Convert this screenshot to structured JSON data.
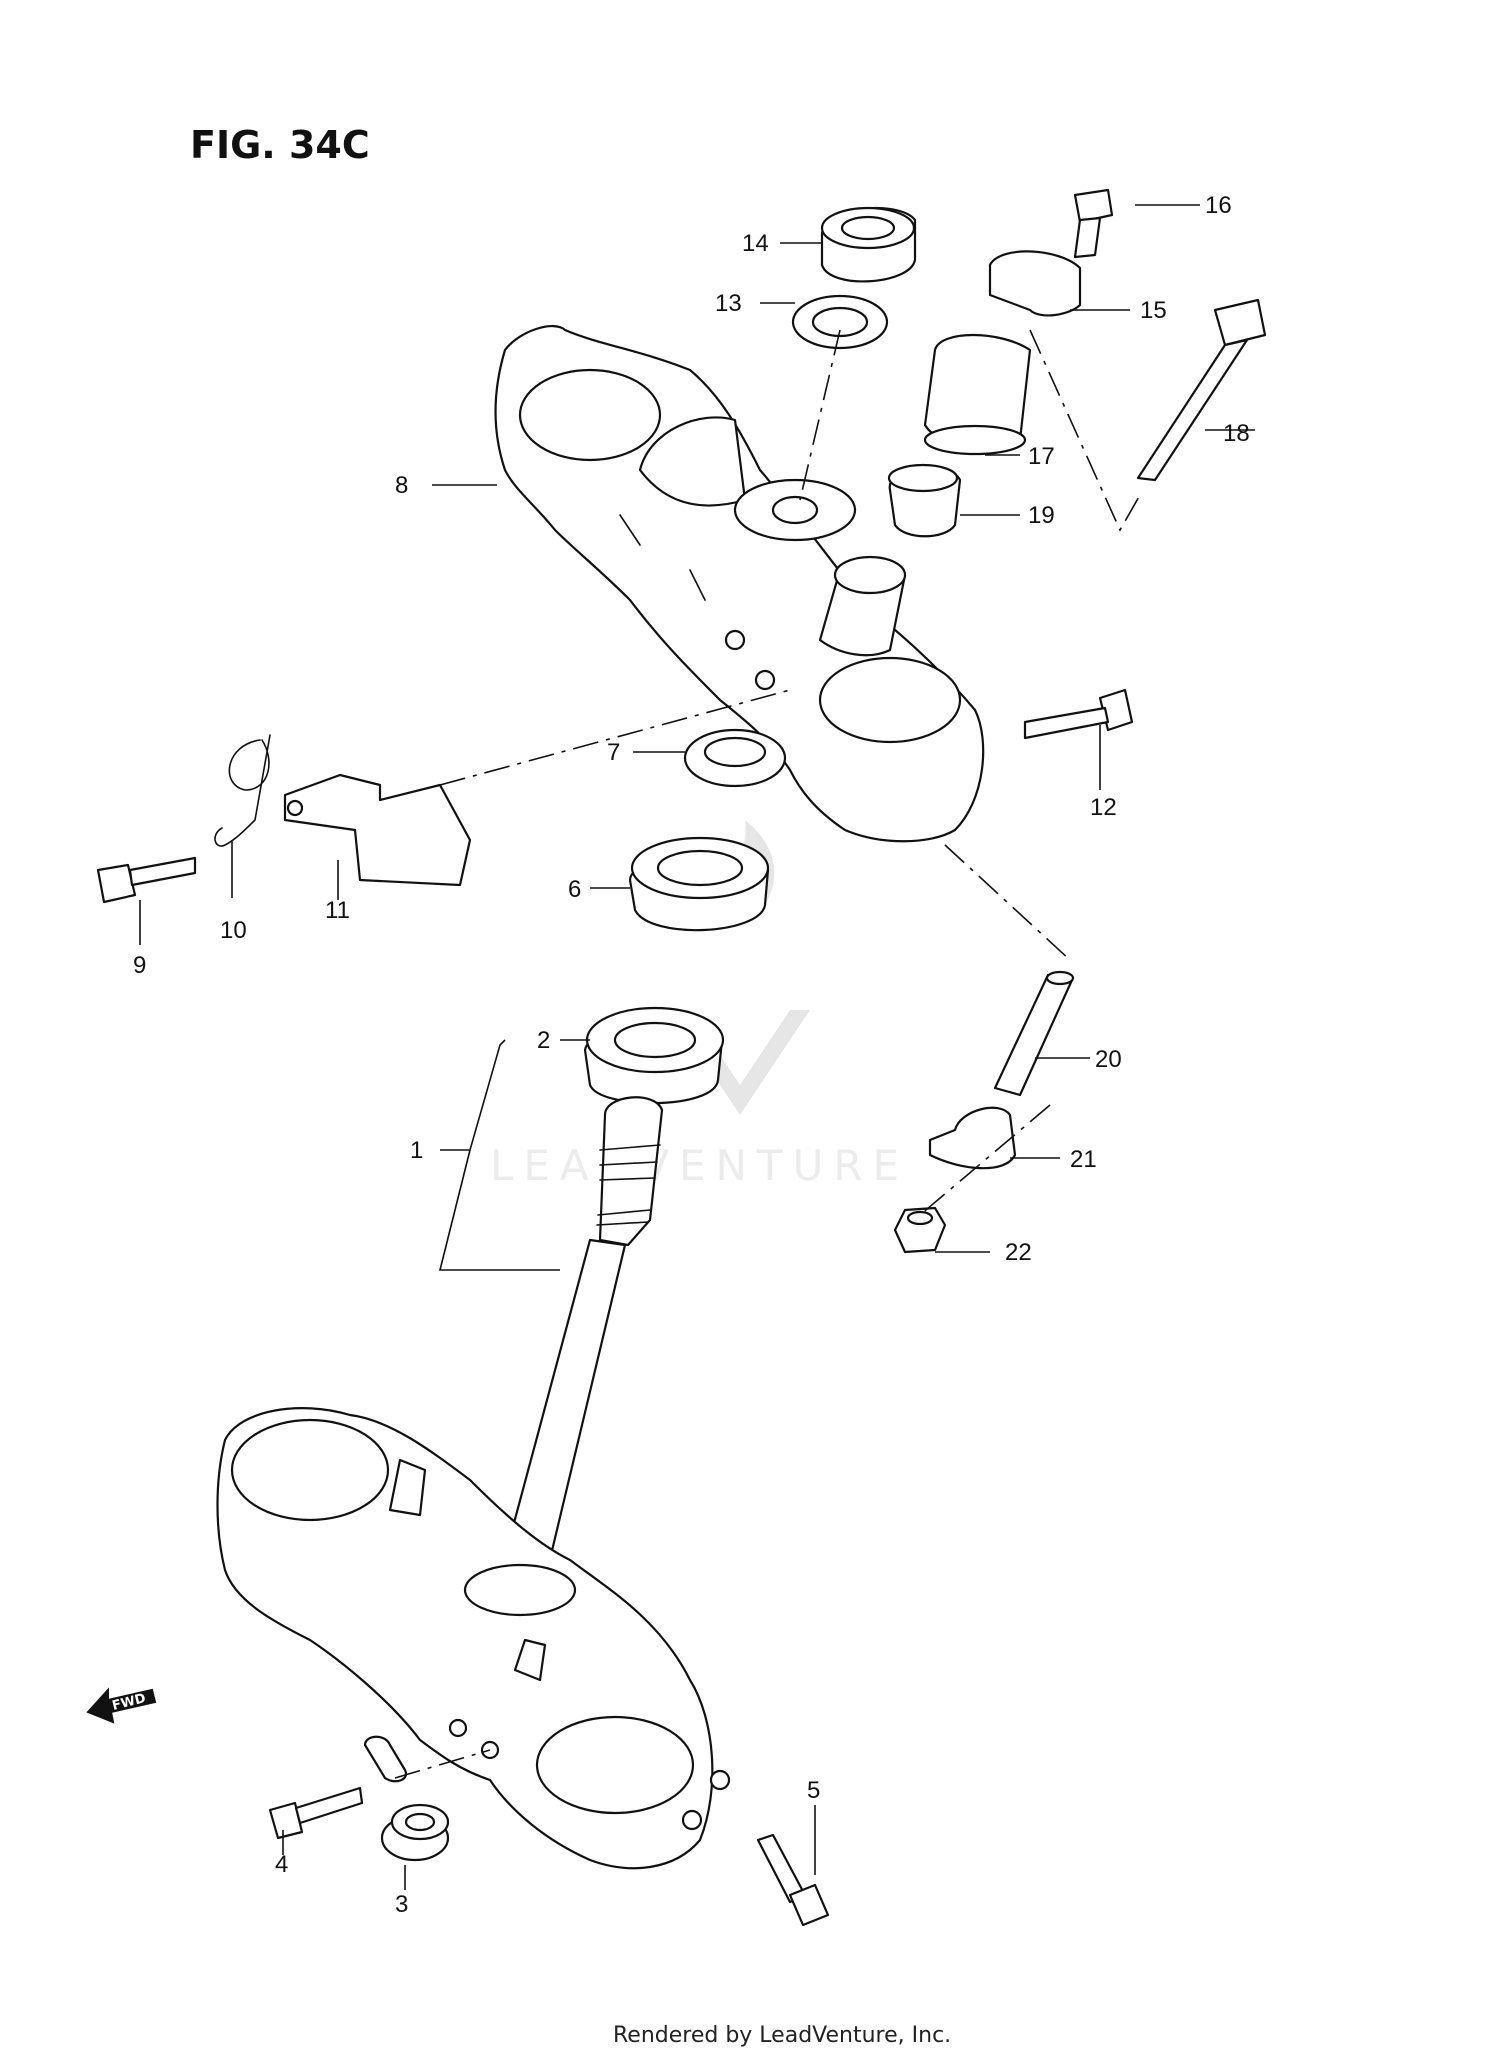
{
  "title": "FIG. 34C",
  "footer": "Rendered by LeadVenture, Inc.",
  "watermark": "LEADVENTURE",
  "fwd_label": "FWD",
  "callouts": [
    "1",
    "2",
    "3",
    "4",
    "5",
    "6",
    "7",
    "8",
    "9",
    "10",
    "11",
    "12",
    "13",
    "14",
    "15",
    "16",
    "17",
    "18",
    "19",
    "20",
    "21",
    "22"
  ],
  "colors": {
    "line": "#111111",
    "background": "#ffffff",
    "watermark": "#e6e6e6"
  }
}
